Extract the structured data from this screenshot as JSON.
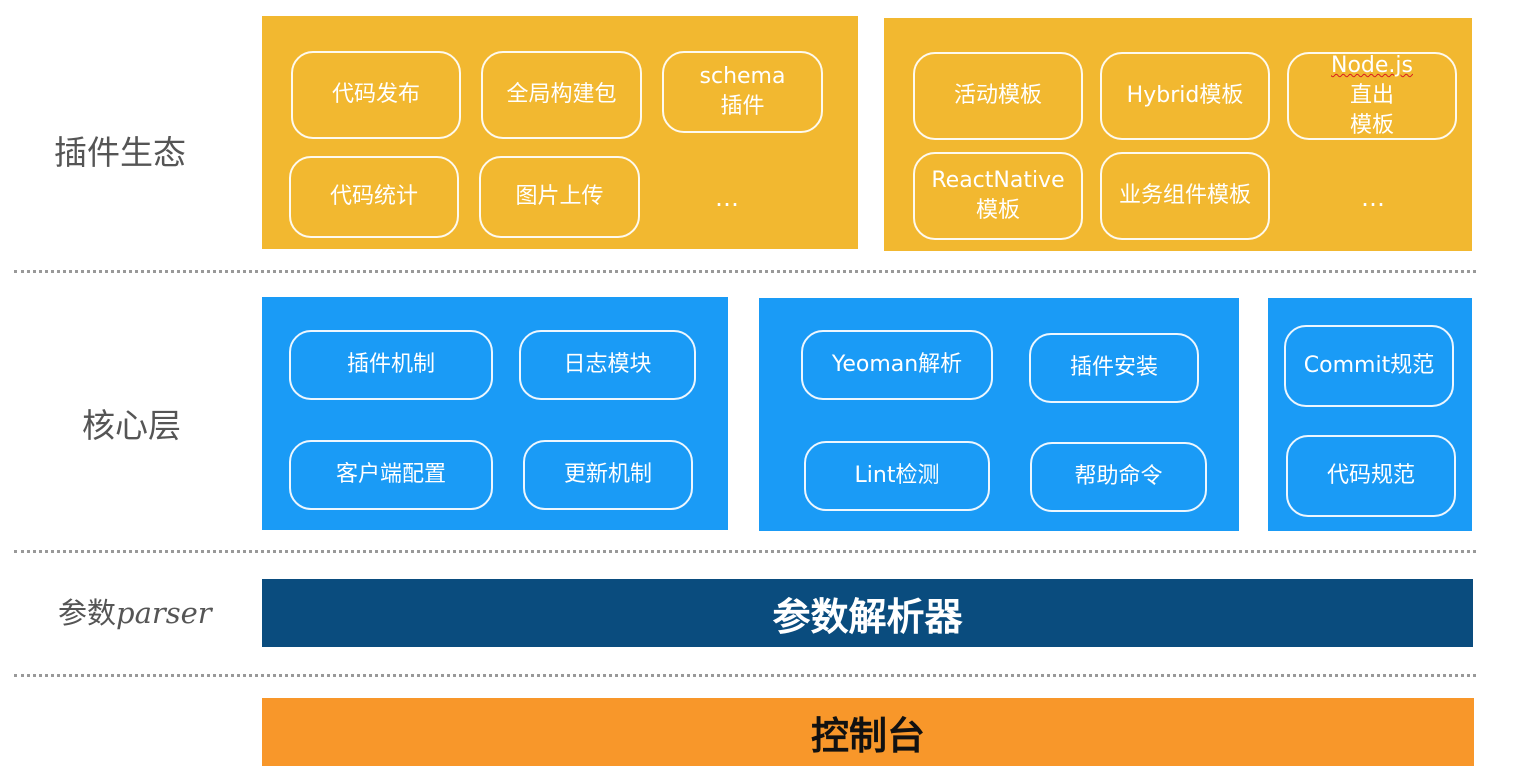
{
  "layers": {
    "plugin_ecosystem": "插件生态",
    "core": "核心层",
    "param_prefix": "参数",
    "param_suffix": "parser"
  },
  "plugins_left": {
    "items": [
      "代码发布",
      "全局构建包",
      "schema",
      "插件",
      "代码统计",
      "图片上传"
    ],
    "more": "…"
  },
  "plugins_right": {
    "items": [
      "活动模板",
      "Hybrid模板",
      "Node.js",
      "直出",
      "模板",
      "ReactNative",
      "模板",
      "业务组件模板"
    ],
    "more": "…"
  },
  "core_a": [
    "插件机制",
    "日志模块",
    "客户端配置",
    "更新机制"
  ],
  "core_b": [
    "Yeoman解析",
    "插件安装",
    "Lint检测",
    "帮助命令"
  ],
  "core_c": [
    "Commit规范",
    "代码规范"
  ],
  "parser_bar": "参数解析器",
  "console_bar": "控制台",
  "colors": {
    "plugin_panel": "#f2b830",
    "core_panel": "#1a9bf6",
    "parser_bar": "#0a4c7e",
    "console_bar": "#f8972a"
  }
}
